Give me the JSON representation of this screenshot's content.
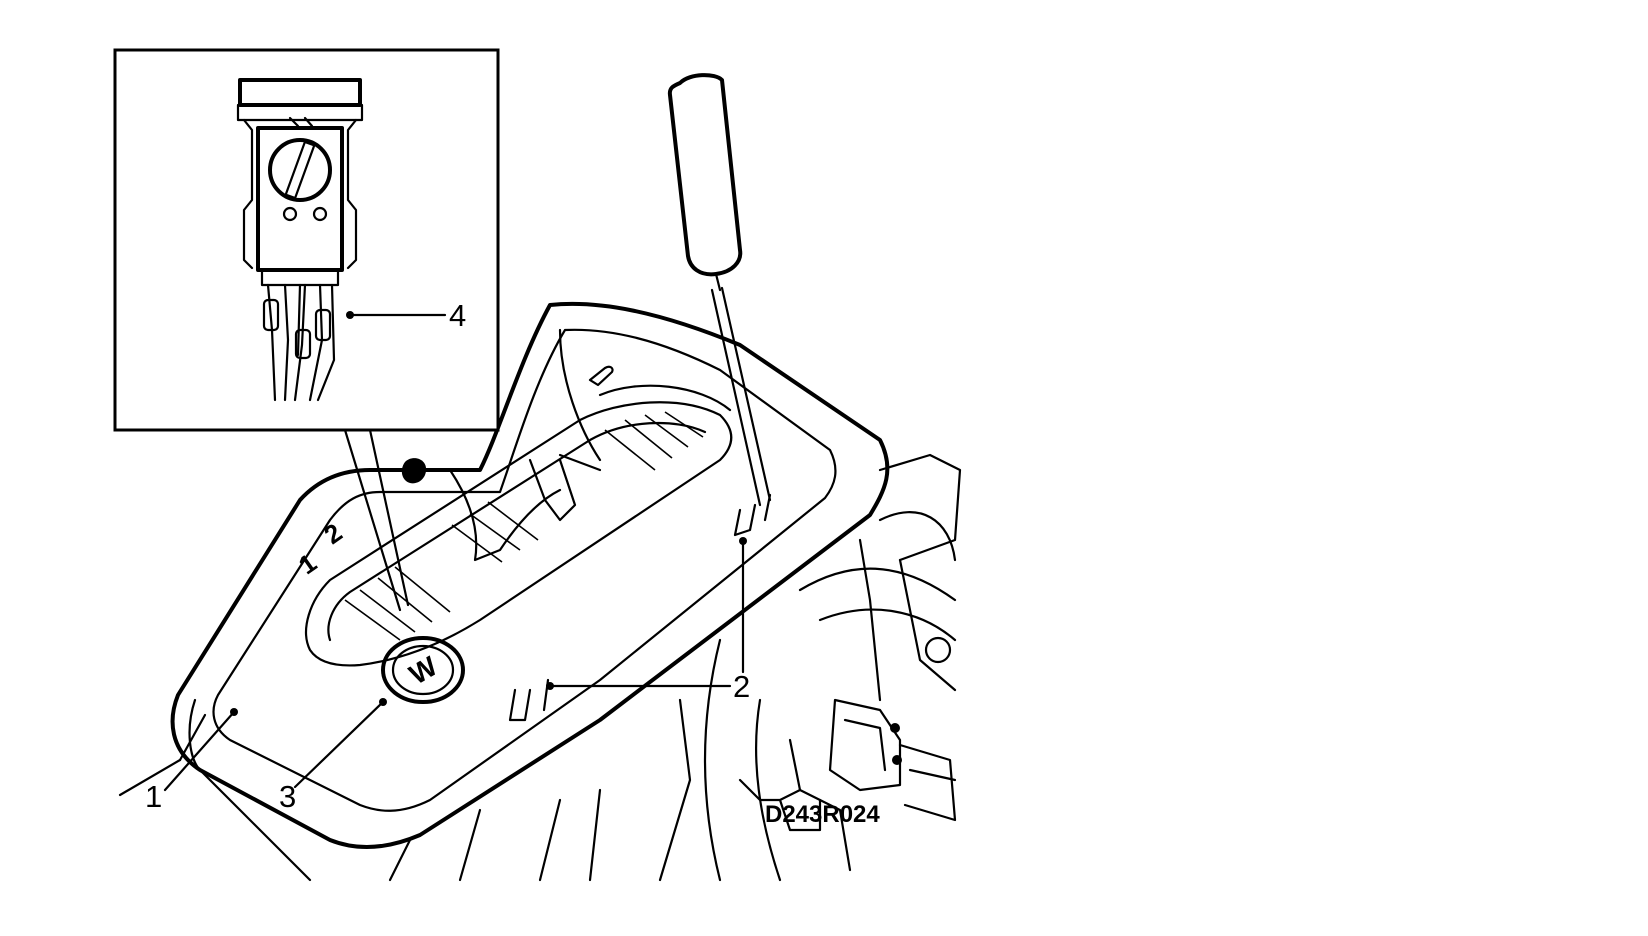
{
  "callouts": {
    "c1": "1",
    "c2": "2",
    "c3": "3",
    "c4": "4"
  },
  "gear_marks": {
    "g1": "1",
    "g2": "2"
  },
  "badge_letter": "W",
  "reference_code": "D243R024"
}
